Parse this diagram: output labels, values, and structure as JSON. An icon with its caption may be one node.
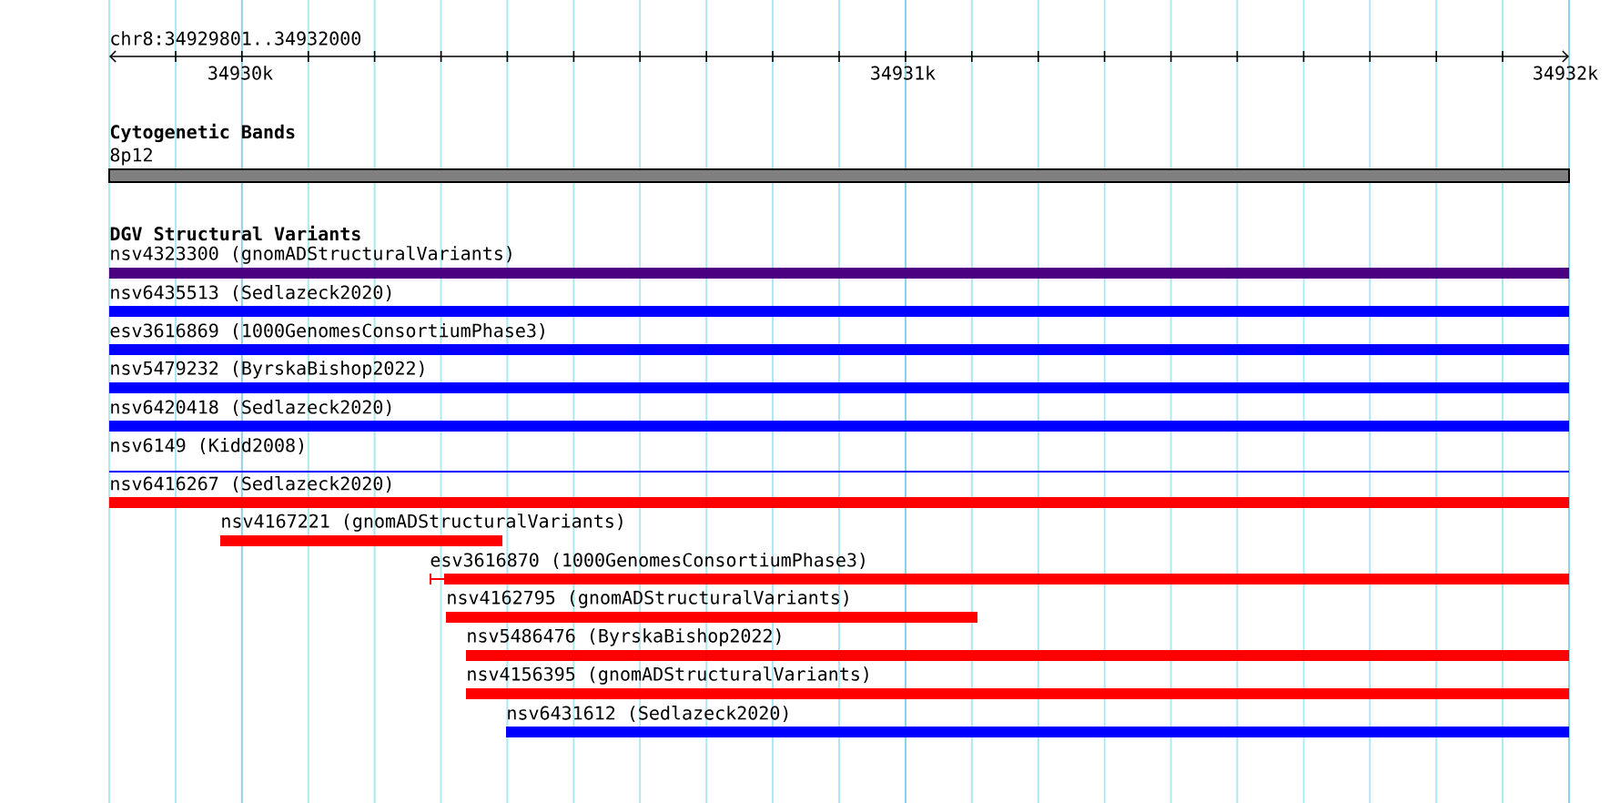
{
  "diagram": {
    "nodes": [
      {
        "text": [
          "8p12"
        ]
      },
      {
        "text": [
          "nsv4323300 (gnomADStructuralVariants)"
        ]
      },
      {
        "text": [
          "nsv6435513 (Sedlazeck2020)"
        ]
      },
      {
        "text": [
          "esv3616869 (1000GenomesConsortiumPhase3)"
        ]
      },
      {
        "text": [
          "nsv5479232 (ByrskaBishop2022)"
        ]
      },
      {
        "text": [
          "nsv6420418 (Sedlazeck2020)"
        ]
      },
      {
        "text": [
          "nsv6149 (Kidd2008)"
        ]
      },
      {
        "text": [
          "nsv6416267 (Sedlazeck2020)"
        ]
      },
      {
        "text": [
          "nsv4167221 (gnomADStructuralVariants)"
        ]
      },
      {
        "text": [
          "esv3616870 (1000GenomesConsortiumPhase3)"
        ]
      },
      {
        "text": [
          "nsv4162795 (gnomADStructuralVariants)"
        ]
      },
      {
        "text": [
          "nsv5486476 (ByrskaBishop2022)"
        ]
      },
      {
        "text": [
          "nsv4156395 (gnomADStructuralVariants)"
        ]
      },
      {
        "text": [
          "nsv6431612 (Sedlazeck2020)"
        ]
      }
    ],
    "labels": [
      "chr8:34929801..34932000",
      "34930k",
      "34931k",
      "34932k",
      "Cytogenetic Bands",
      "DGV Structural Variants"
    ]
  }
}
